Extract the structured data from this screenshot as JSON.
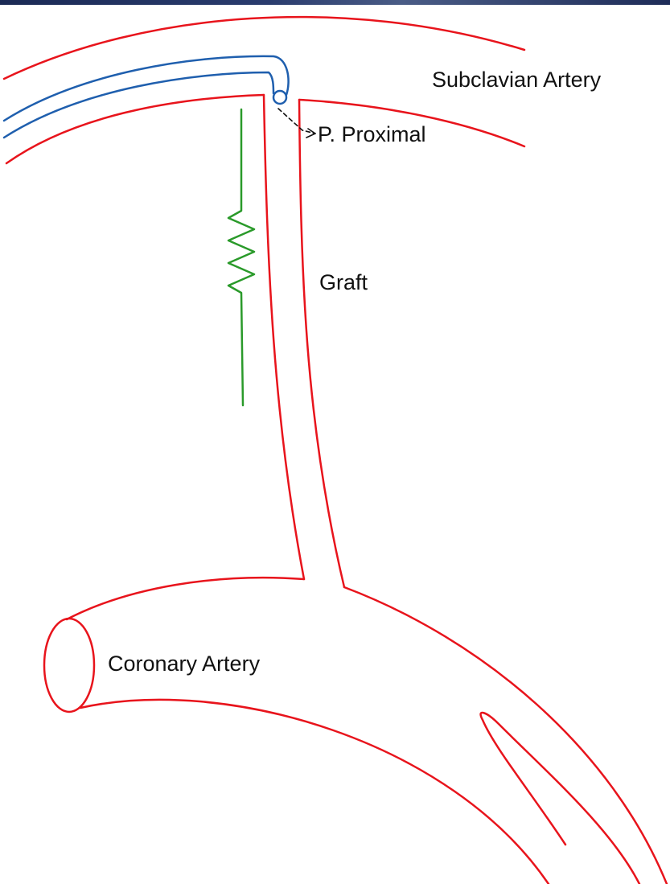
{
  "labels": {
    "subclavian_artery": "Subclavian Artery",
    "p_proximal": "P. Proximal",
    "graft": "Graft",
    "coronary_artery": "Coronary Artery"
  },
  "colors": {
    "vessel_outline": "#e8141c",
    "catheter": "#1f5fae",
    "resistor": "#2a9a2a",
    "pointer": "#111111",
    "top_band": "#1b2a55"
  },
  "icons": {
    "catheter": "catheter-tube-icon",
    "resistor": "resistor-zigzag-icon"
  }
}
